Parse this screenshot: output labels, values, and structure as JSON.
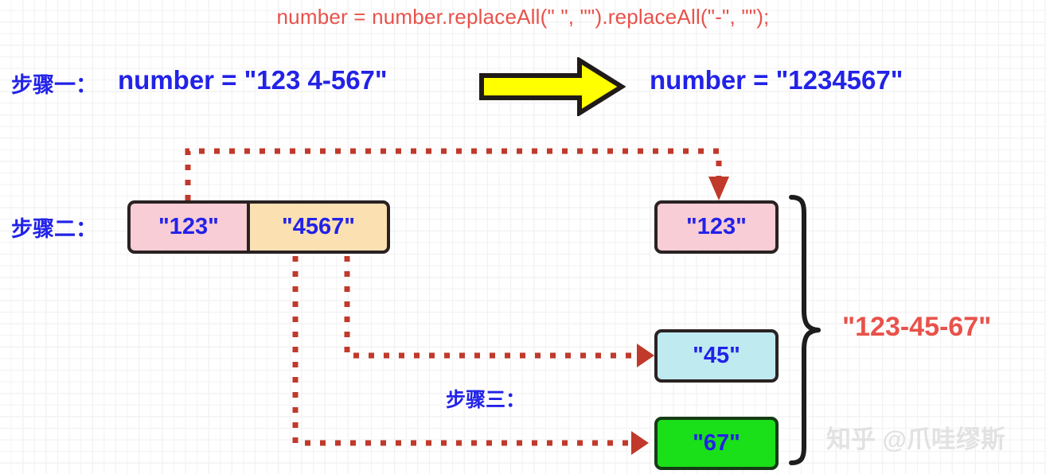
{
  "formula": {
    "text": "number = number.replaceAll(\" \", \"\").replaceAll(\"-\", \"\");",
    "color": "#e8524a"
  },
  "steps": {
    "one": {
      "label": "步骤一：",
      "expr_before": "number = \"123 4-567\"",
      "expr_after": "number = \"1234567\"",
      "arrow_icon": "right-block-arrow-icon",
      "arrow_color": "#ffff00"
    },
    "two": {
      "label": "步骤二：",
      "segments": [
        {
          "text": "\"123\"",
          "color": "#f8cdd5"
        },
        {
          "text": "\"4567\"",
          "color": "#fbe0b2"
        }
      ]
    },
    "three": {
      "label": "步骤三："
    }
  },
  "output_boxes": [
    {
      "text": "\"123\"",
      "color": "#f8cdd5"
    },
    {
      "text": "\"45\"",
      "color": "#bfeaf0"
    },
    {
      "text": "\"67\"",
      "color": "#1ae01a"
    }
  ],
  "result": {
    "text": "\"123-45-67\"",
    "color": "#e8524a",
    "brace_icon": "right-curly-brace-icon"
  },
  "connectors": {
    "color": "#c0392b",
    "style": "dotted",
    "paths": [
      {
        "name": "123-to-123",
        "from": "step2-box-123",
        "to": "output-box-123"
      },
      {
        "name": "4567-to-45",
        "from": "step2-box-4567",
        "to": "output-box-45"
      },
      {
        "name": "4567-to-67",
        "from": "step2-box-4567",
        "to": "output-box-67"
      }
    ]
  },
  "watermark": {
    "text": "知乎 @爪哇缪斯",
    "color": "#e2e2e2"
  },
  "colors": {
    "text_blue": "#2222e8",
    "accent_red": "#e8524a",
    "border_dark": "#2a2222",
    "grid": "#e6e6e6"
  }
}
